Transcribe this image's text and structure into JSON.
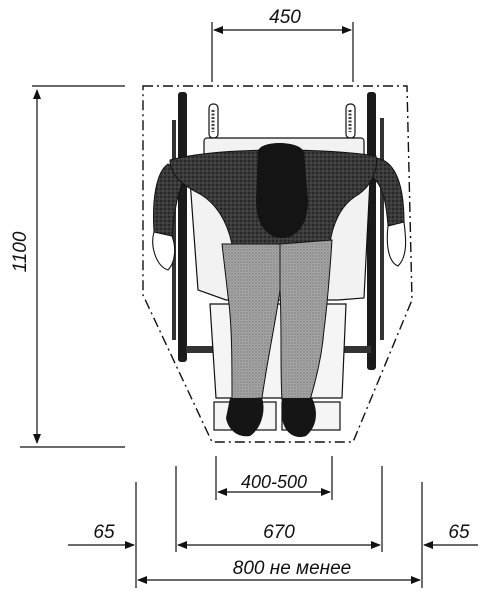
{
  "dimensions": {
    "top_width": "450",
    "height": "1100",
    "foot_width": "400-500",
    "side_left": "65",
    "inner_width": "670",
    "side_right": "65",
    "total_width": "800 не менее"
  },
  "colors": {
    "line": "#111111",
    "sweater": "#2e2e2e",
    "trousers": "#9a9a9a",
    "seat": "#f2f2f2",
    "background": "#ffffff"
  }
}
